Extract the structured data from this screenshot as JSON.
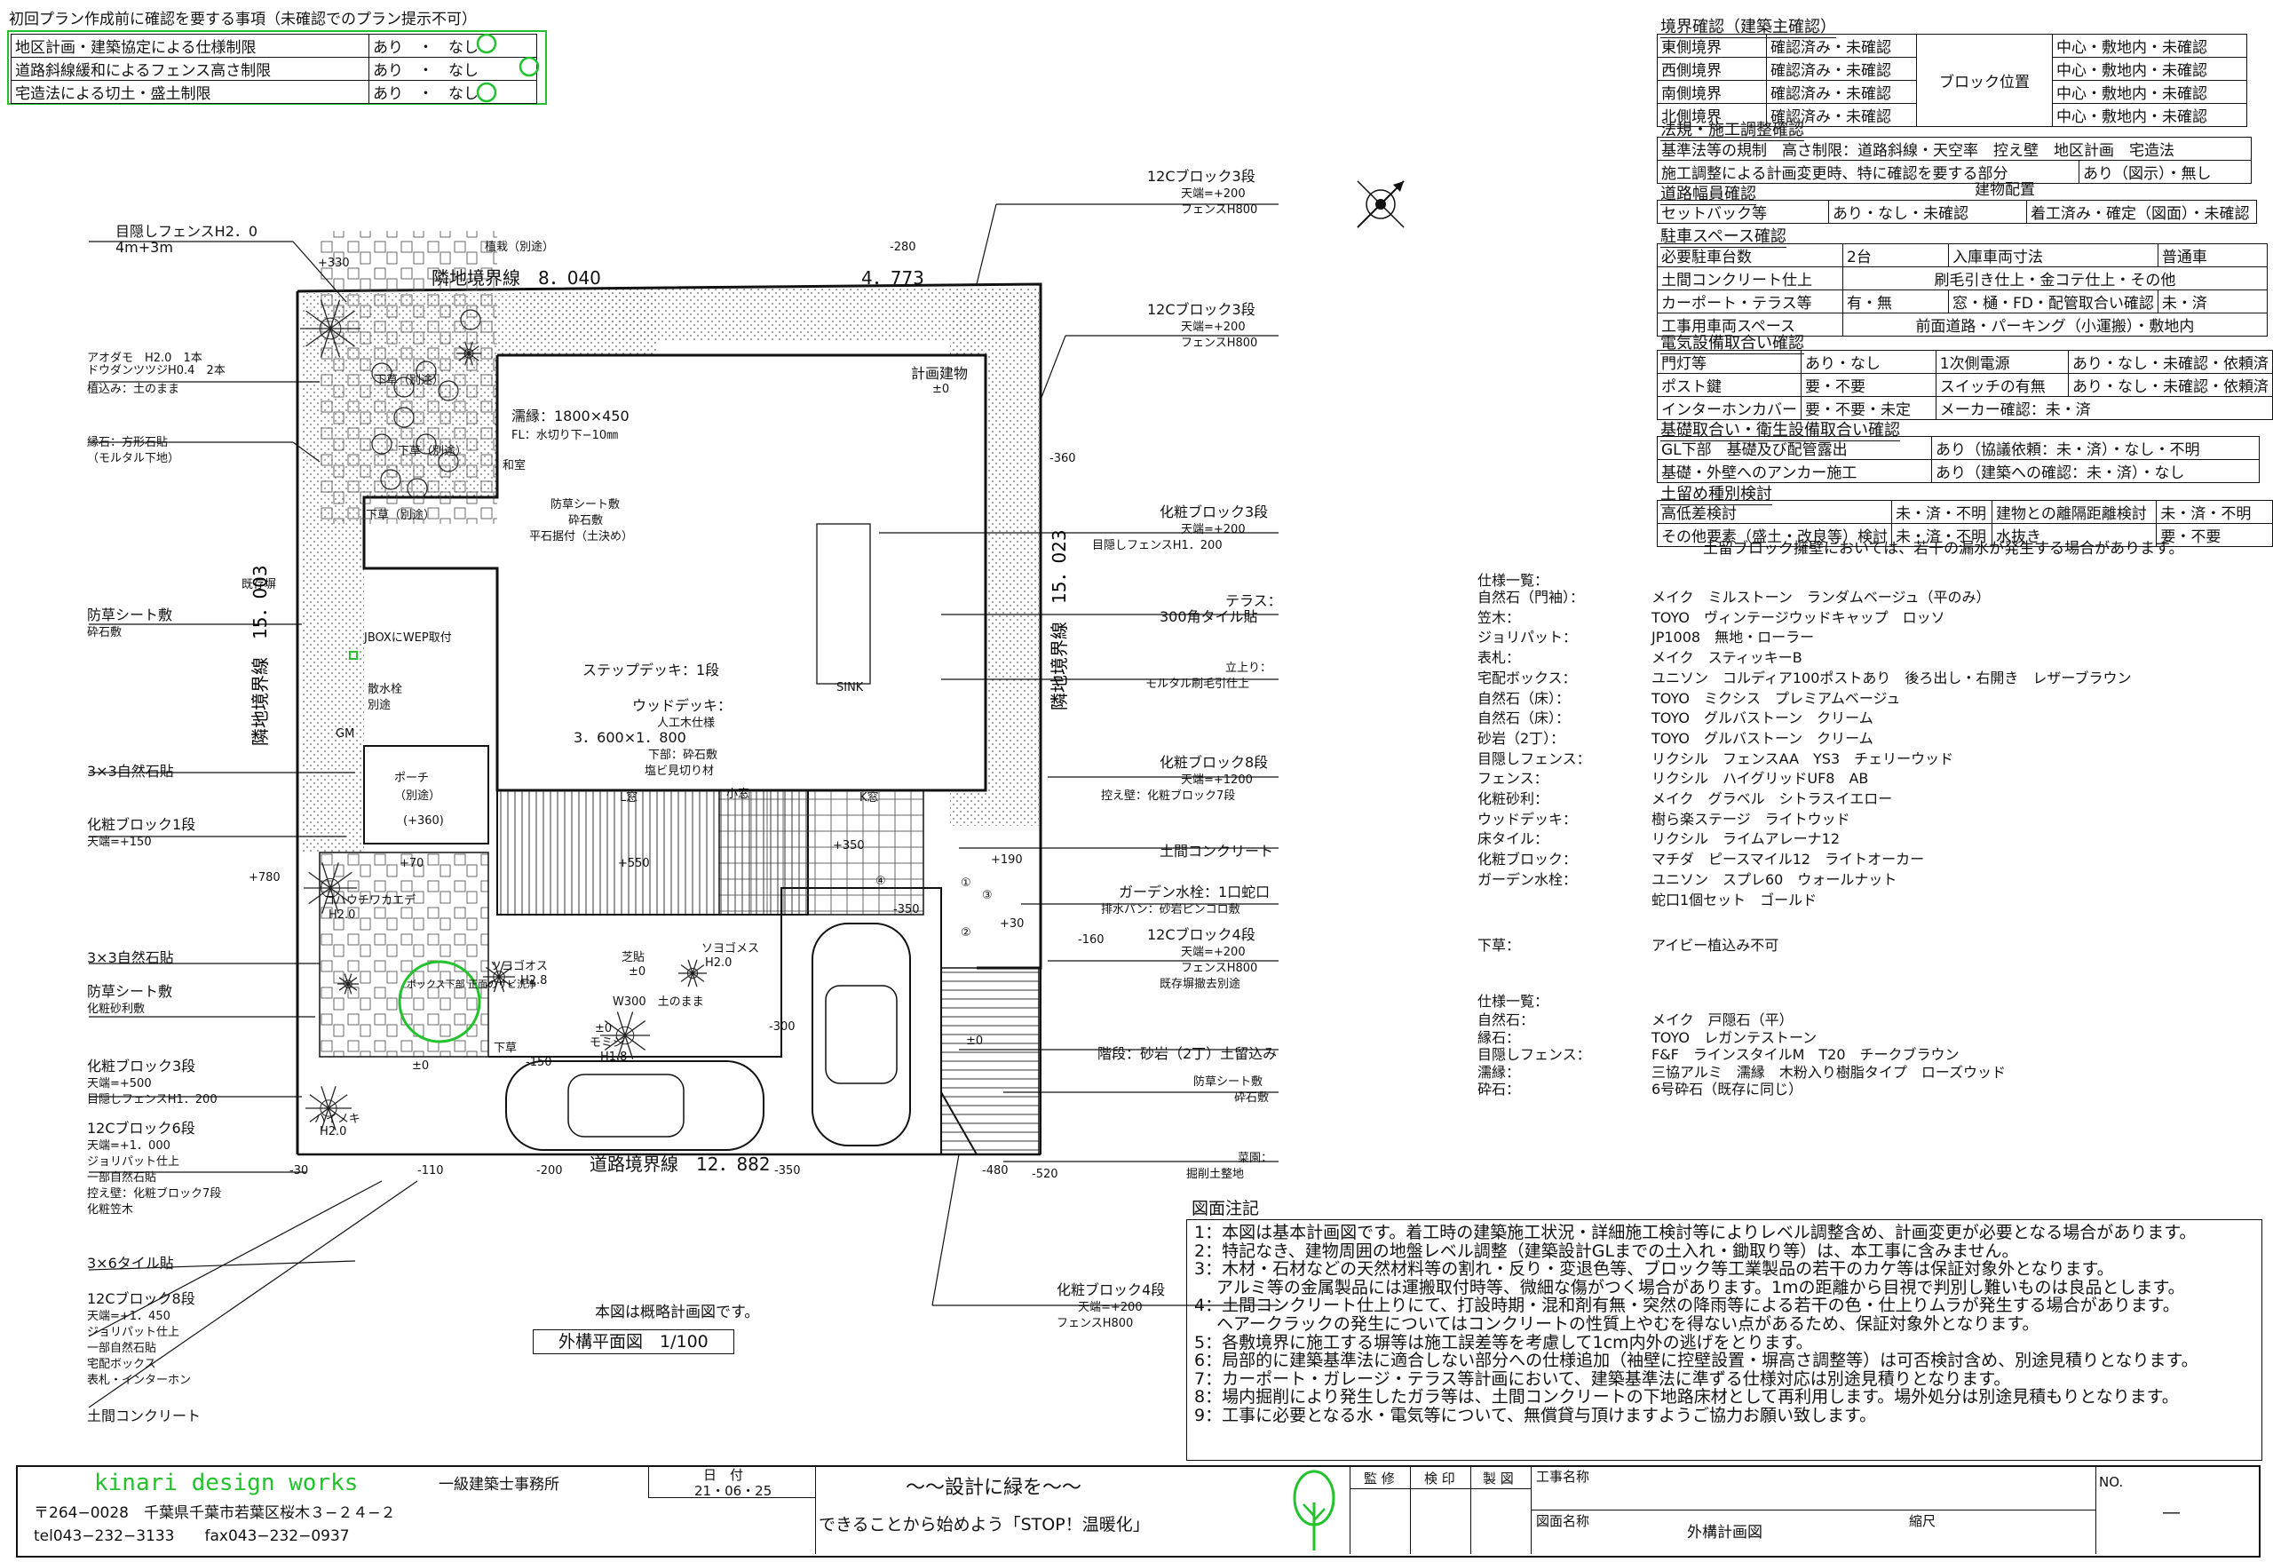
{
  "top_checklist": {
    "heading": "初回プラン作成前に確認を要する事項（未確認でのプラン提示不可）",
    "rows": [
      {
        "label": "地区計画・建築協定による仕様制限",
        "value": "あり　・　なし"
      },
      {
        "label": "道路斜線緩和によるフェンス高さ制限",
        "value": "あり　・　なし"
      },
      {
        "label": "宅造法による切土・盛土制限",
        "value": "あり　・　なし"
      }
    ]
  },
  "boundary": {
    "title": "境界確認（建築主確認）",
    "rows": [
      {
        "side": "東側境界",
        "status": "確認済み・未確認",
        "pos": "中心・敷地内・未確認"
      },
      {
        "side": "西側境界",
        "status": "確認済み・未確認",
        "pos": "中心・敷地内・未確認"
      },
      {
        "side": "南側境界",
        "status": "確認済み・未確認",
        "pos": "中心・敷地内・未確認"
      },
      {
        "side": "北側境界",
        "status": "確認済み・未確認",
        "pos": "中心・敷地内・未確認"
      }
    ],
    "block_label": "ブロック位置"
  },
  "regulations": {
    "title": "法規・施工調整確認",
    "row1": "基準法等の規制　高さ制限：道路斜線・天空率　控え壁　地区計画　宅造法",
    "row2_label": "施工調整による計画変更時、特に確認を要する部分",
    "row2_value": "あり（図示）・無し"
  },
  "road": {
    "title": "道路幅員確認",
    "title2": "建物配置",
    "c1": "セットバック等",
    "c2": "あり・なし・未確認",
    "c3": "着工済み・確定（図面）・未確認"
  },
  "parking": {
    "title": "駐車スペース確認",
    "rows": [
      [
        "必要駐車台数",
        "2台",
        "入庫車両寸法",
        "普通車"
      ],
      [
        "土間コンクリート仕上",
        "刷毛引き仕上・金コテ仕上・その他",
        "",
        ""
      ],
      [
        "カーポート・テラス等",
        "有・無",
        "窓・樋・FD・配管取合い確認",
        "未・済"
      ],
      [
        "工事用車両スペース",
        "前面道路・パーキング（小運搬）・敷地内",
        "",
        ""
      ]
    ]
  },
  "electric": {
    "title": "電気設備取合い確認",
    "rows": [
      [
        "門灯等",
        "あり・なし",
        "1次側電源",
        "あり・なし・未確認・依頼済"
      ],
      [
        "ポスト鍵",
        "要・不要",
        "スイッチの有無",
        "あり・なし・未確認・依頼済"
      ],
      [
        "インターホンカバー",
        "要・不要・未定",
        "メーカー確認：未・済",
        ""
      ]
    ]
  },
  "foundation": {
    "title": "基礎取合い・衛生設備取合い確認",
    "rows": [
      [
        "GL下部　基礎及び配管露出",
        "あり（協議依頼：未・済）・なし・不明"
      ],
      [
        "基礎・外壁へのアンカー施工",
        "あり（建築への確認：未・済）・なし"
      ]
    ]
  },
  "retaining": {
    "title": "土留め種別検討",
    "rows": [
      [
        "高低差検討",
        "未・済・不明",
        "建物との離隔距離検討",
        "未・済・不明"
      ],
      [
        "その他要素（盛土・改良等）検討",
        "未・済・不明",
        "水抜き",
        "要・不要"
      ]
    ],
    "note": "土留ブロック擁壁においては、若干の漏水が発生する場合があります。"
  },
  "spec1": {
    "title": "仕様一覧：",
    "rows": [
      [
        "自然石（門袖）：",
        "メイク　ミルストーン　ランダムベージュ（平のみ）"
      ],
      [
        "笠木：",
        "TOYO　ヴィンテージウッドキャップ　ロッソ"
      ],
      [
        "ジョリパット：",
        "JP1008　無地・ローラー"
      ],
      [
        "表札：",
        "メイク　スティッキーB"
      ],
      [
        "宅配ボックス：",
        "ユニソン　コルディア100ポストあり　後ろ出し・右開き　レザーブラウン"
      ],
      [
        "自然石（床）：",
        "TOYO　ミクシス　プレミアムベージュ"
      ],
      [
        "自然石（床）：",
        "TOYO　グルバストーン　クリーム"
      ],
      [
        "砂岩（2丁）：",
        "TOYO　グルバストーン　クリーム"
      ],
      [
        "目隠しフェンス：",
        "リクシル　フェンスAA　YS3　チェリーウッド"
      ],
      [
        "フェンス：",
        "リクシル　ハイグリッドUF8　AB"
      ],
      [
        "化粧砂利：",
        "メイク　グラベル　シトラスイエロー"
      ],
      [
        "ウッドデッキ：",
        "樹ら楽ステージ　ライトウッド"
      ],
      [
        "床タイル：",
        "リクシル　ライムアレーナ12"
      ],
      [
        "化粧ブロック：",
        "マチダ　ピースマイル12　ライトオーカー"
      ],
      [
        "ガーデン水栓：",
        "ユニソン　スプレ60　ウォールナット"
      ],
      [
        "",
        "蛇口1個セット　ゴールド"
      ]
    ],
    "extra_label": "下草：",
    "extra_value": "アイビー植込み不可"
  },
  "spec2": {
    "title": "仕様一覧：",
    "rows": [
      [
        "自然石：",
        "メイク　戸隠石（平）"
      ],
      [
        "縁石：",
        "TOYO　レガンテストーン"
      ],
      [
        "目隠しフェンス：",
        "F&F　ラインスタイルM　T20　チークブラウン"
      ],
      [
        "濡縁：",
        "三協アルミ　濡縁　木粉入り樹脂タイプ　ローズウッド"
      ],
      [
        "砕石：",
        "6号砕石（既存に同じ）"
      ]
    ]
  },
  "notes": {
    "title": "図面注記",
    "lines": [
      "1：本図は基本計画図です。着工時の建築施工状況・詳細施工検討等によりレベル調整含め、計画変更が必要となる場合があります。",
      "2：特記なき、建物周囲の地盤レベル調整（建築設計GLまでの土入れ・鋤取り等）は、本工事に含みません。",
      "3：木材・石材などの天然材料等の割れ・反り・変退色等、ブロック等工業製品の若干のカケ等は保証対象外となります。",
      "　 アルミ等の金属製品には運搬取付時等、微細な傷がつく場合があります。1mの距離から目視で判別し難いものは良品とします。",
      "4：土間コンクリート仕上りにて、打設時期・混和剤有無・突然の降雨等による若干の色・仕上りムラが発生する場合があります。",
      "　 ヘアークラックの発生についてはコンクリートの性質上やむを得ない点があるため、保証対象外となります。",
      "5：各敷境界に施工する塀等は施工誤差等を考慮して1cm内外の逃げをとります。",
      "6：局部的に建築基準法に適合しない部分への仕様追加（袖壁に控壁設置・塀高さ調整等）は可否検討含め、別途見積りとなります。",
      "7：カーポート・ガレージ・テラス等計画において、建築基準法に準ずる仕様対応は別途見積りとなります。",
      "8：場内掘削により発生したガラ等は、土間コンクリートの下地路床材として再利用します。場外処分は別途見積もりとなります。",
      "9：工事に必要となる水・電気等について、無償貸与頂けますようご協力お願い致します。"
    ]
  },
  "plan": {
    "scale_note": "本図は概略計画図です。",
    "title": "外構平面図　1/100",
    "north_label": "N",
    "labels": {
      "fence_l1": "目隠しフェンスH2．0",
      "fence_l2": "4m+3m",
      "aodamo": "アオダモ　H2.0　1本",
      "dodan": "ドウダンツツジH0.4　2本",
      "uekomi": "植込み：土のまま",
      "enseki1": "縁石：方形石貼",
      "enseki2": "（モルタル下地）",
      "bousou1": "防草シート敷",
      "bousou2": "砕石敷",
      "3x3a": "3×3自然石貼",
      "keshou1a": "化粧ブロック1段",
      "keshou1b": "天端=+150",
      "3x3b": "3×3自然石貼",
      "bousou3": "防草シート敷",
      "bousou4": "化粧砂利敷",
      "keshou3a": "化粧ブロック3段",
      "keshou3b": "天端=+500",
      "keshou3c": "目隠しフェンスH1．200",
      "c12_6a": "12Cブロック6段",
      "c12_6b": "天端=+1．000",
      "c12_6c": "ジョリパット仕上",
      "c12_6d": "一部自然石貼",
      "c12_6e": "控え壁：化粧ブロック7段",
      "c12_6f": "化粧笠木",
      "3x6": "3×6タイル貼",
      "c12_8a": "12Cブロック8段",
      "c12_8b": "天端=+1．450",
      "c12_8c": "ジョリパット仕上",
      "c12_8d": "一部自然石貼",
      "c12_8e": "宅配ボックス",
      "c12_8f": "表札・インターホン",
      "doma_l": "土間コンクリート",
      "r1a": "12Cブロック3段",
      "r1b": "天端=+200",
      "r1c": "フェンスH800",
      "r2a": "12Cブロック3段",
      "r2b": "天端=+200",
      "r2c": "フェンスH800",
      "r3a": "化粧ブロック3段",
      "r3b": "天端=+200",
      "r3c": "目隠しフェンスH1．200",
      "r4a": "テラス：",
      "r4b": "300角タイル貼",
      "r5a": "立上り：",
      "r5b": "モルタル刷毛引仕上",
      "r6a": "化粧ブロック8段",
      "r6b": "天端=+1200",
      "r6c": "控え壁：化粧ブロック7段",
      "r7": "土間コンクリート",
      "r8a": "ガーデン水栓：1口蛇口",
      "r8b": "排水パン：砂岩ピンコロ敷",
      "r9a": "12Cブロック4段",
      "r9b": "天端=+200",
      "r9c": "フェンスH800",
      "r9d": "既存塀撤去別途",
      "r10": "階段：砂岩（2丁）土留込み",
      "r11a": "防草シート敷",
      "r11b": "砕石敷",
      "r12a": "菜園：",
      "r12b": "掘削土整地",
      "r13a": "化粧ブロック4段",
      "r13b": "天端=+200",
      "r13c": "フェンスH800",
      "neighbor_top": "隣地境界線　8．040",
      "dim_top2": "4．773",
      "neighbor_left": "隣地境界線　15．003",
      "neighbor_right": "隣地境界線　15．023",
      "road": "道路境界線　12．882",
      "building": "計画建物",
      "building_lvl": "±0",
      "nureen1": "濡縁：1800×450",
      "nureen2": "FL：水切り下−10㎜",
      "washitsu": "和室",
      "bousou_c1": "防草シート敷",
      "bousou_c2": "砕石敷",
      "hirao": "平石据付（土決め）",
      "jbox": "JBOXにWEP取付",
      "step": "ステップデッキ：1段",
      "wd1": "ウッドデッキ：",
      "wd2": "人工木仕様",
      "wd3": "3．600×1．800",
      "wd4": "下部：砕石敷",
      "wd5": "塩ビ見切り材",
      "porch1": "ポーチ",
      "porch2": "（別途）",
      "porch3": "(+360)",
      "sink": "SINK",
      "lwin": "L窓",
      "swin": "小窓",
      "kwin": "K窓",
      "kison": "既存塀",
      "sansui": "散水栓",
      "betto": "別途",
      "gm": "GM",
      "shokusai": "植栽（別途）",
      "shitakusa": "下草（別途）",
      "kouhauchi": "コハウチワカエデ",
      "h20": "H2.0",
      "soyogo1": "ソヨゴオス",
      "soyogo1h": "H2.8",
      "soyogo2": "ソヨゴメス",
      "soyogo2h": "H2.0",
      "shiba": "芝貼",
      "w300": "W300　土のまま",
      "momiji": "モミジ",
      "momijih": "H1.8",
      "hainoki": "ハイノキ",
      "hainokih": "H2.0",
      "shitakusa2": "下草",
      "note_green": "ボックス下部\n正面のサビ洗浄",
      "d_330": "+330",
      "d_280": "-280",
      "d_360": "-360",
      "d_780": "+780",
      "d_70": "+70",
      "d_550": "+550",
      "d_350": "+350",
      "d_190": "+190",
      "d_350b": "-350",
      "d_30": "+30",
      "d_160": "-160",
      "d_300": "-300",
      "d_150": "-150",
      "d_0a": "±0",
      "d_0b": "±0",
      "d_0c": "±0",
      "d_0d": "±0",
      "d_30b": "-30",
      "d_110": "-110",
      "d_200": "-200",
      "d_350c": "-350",
      "d_480": "-480",
      "d_520": "-520",
      "c1": "①",
      "c2": "②",
      "c3": "③",
      "c4": "④"
    }
  },
  "titleblock": {
    "company": "kinari design works",
    "company_sub": "一級建築士事務所",
    "address": "〒264−0028　千葉県千葉市若葉区桜木３−２４−２",
    "contact": "tel043−232−3133　　fax043−232−0937",
    "date_label": "日　付",
    "date": "21・06・25",
    "slogan1": "～～設計に緑を～～",
    "slogan2": "できることから始めよう「STOP！温暖化」",
    "kanshu": "監 修",
    "kennin": "検 印",
    "seizu": "製 図",
    "project_label": "工事名称",
    "drawing_label": "図面名称",
    "drawing": "外構計画図",
    "scale_label": "縮尺",
    "no_label": "NO.",
    "no": "―"
  },
  "colors": {
    "green": "#22c22c",
    "line": "#111111"
  }
}
